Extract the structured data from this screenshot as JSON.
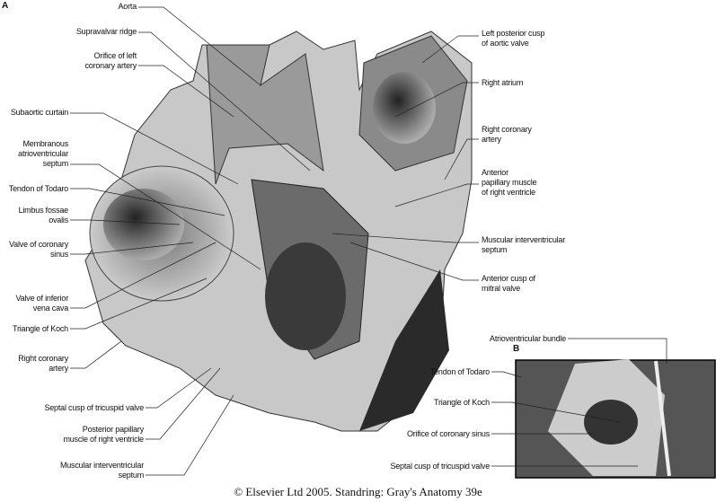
{
  "panel_a": "A",
  "panel_b": "B",
  "labels_a_left": [
    "Aorta",
    "Supravalvar ridge",
    "Orifice of left",
    "coronary artery",
    "Subaortic curtain",
    "Membranous",
    "atrioventricular",
    "septum",
    "Tendon of Todaro",
    "Limbus fossae",
    "ovalis",
    "Valve of coronary",
    "sinus",
    "Valve of inferior",
    "vena cava",
    "Triangle of Koch",
    "Right coronary",
    "artery",
    "Septal cusp of tricuspid valve",
    "Posterior papillary",
    "muscle of right ventricle",
    "Muscular interventricular",
    "septum"
  ],
  "labels_a_right": [
    "Left posterior cusp",
    "of aortic valve",
    "Right atrium",
    "Right coronary",
    "artery",
    "Anterior",
    "papillary muscle",
    "of right ventricle",
    "Muscular interventricular",
    "septum",
    "Anterior cusp of",
    "mitral valve"
  ],
  "labels_b": [
    "Atrioventricular bundle",
    "Tendon of Todaro",
    "Triangle of Koch",
    "Orifice of coronary sinus",
    "Septal cusp of tricuspid valve"
  ],
  "copyright": "© Elsevier Ltd 2005. Standring: Gray's Anatomy 39e"
}
